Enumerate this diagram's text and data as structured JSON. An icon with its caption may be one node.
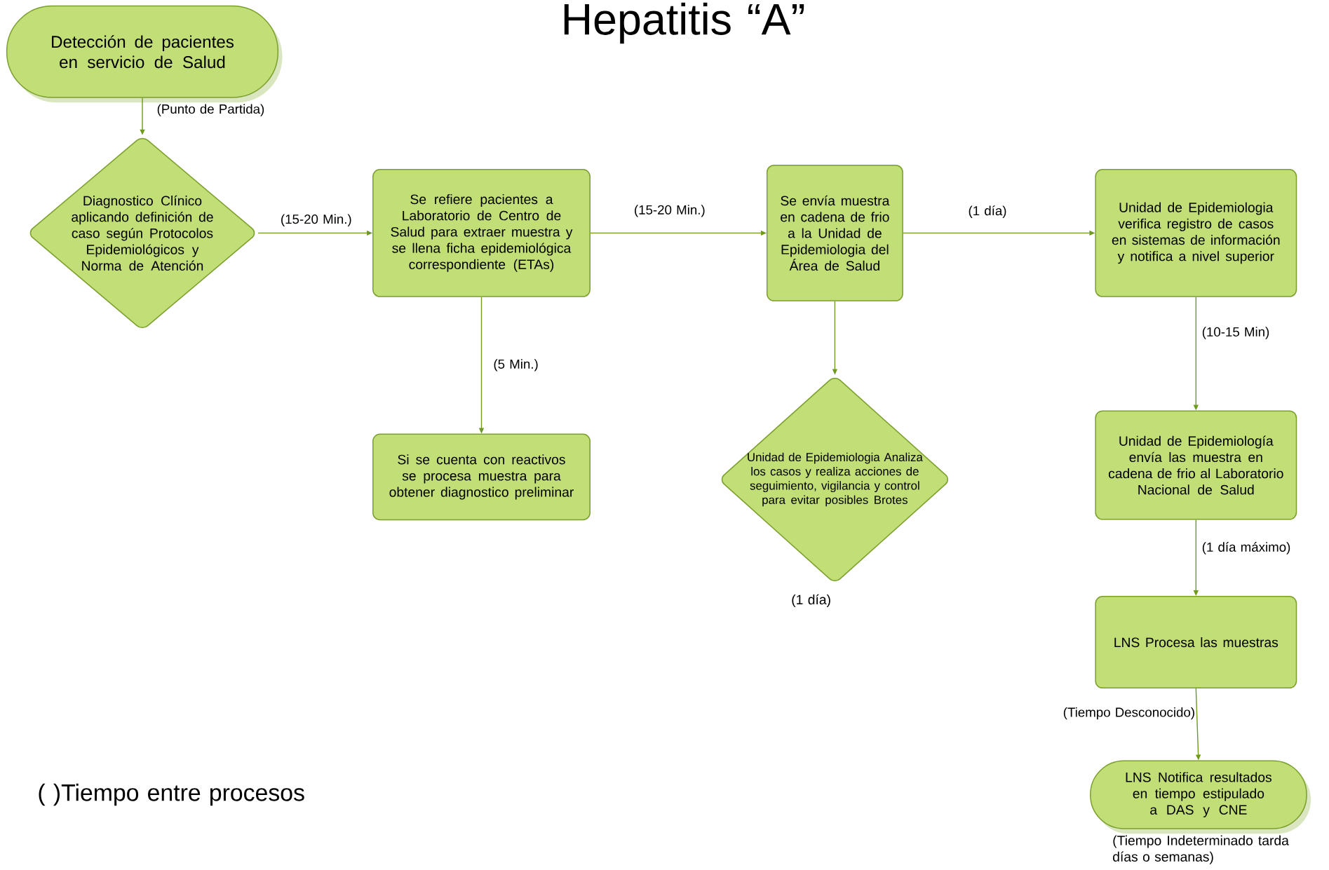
{
  "diagram": {
    "title": "Hepatitis “A”",
    "nodes": [
      {
        "text": [
          "Detección de pacientes en servicio de Salud"
        ]
      },
      {
        "text": [
          "Diagnostico Clínico aplicando definición de caso según Protocolos Epidemiológicos y Norma de Atención"
        ]
      },
      {
        "text": [
          "Se refiere pacientes a Laboratorio de Centro de Salud para extraer muestra y se llena ficha epidemiológica correspondiente (ETAs)"
        ]
      },
      {
        "text": [
          "Se envía muestra en cadena de frio a la Unidad de Epidemiologia del Área de Salud"
        ]
      },
      {
        "text": [
          "Unidad de Epidemiologia verifica registro de casos en sistemas de información y notifica a nivel superior"
        ]
      },
      {
        "text": [
          "Si se cuenta con reactivos se procesa muestra para obtener diagnostico preliminar"
        ]
      },
      {
        "text": [
          "Unidad de Epidemiologia Analiza los casos  y realiza acciones de seguimiento, vigilancia y control para evitar posibles Brotes"
        ],
        "beside": [
          "(1 día)"
        ]
      },
      {
        "text": [
          "Unidad de Epidemiología envía las muestra en cadena de frio al Laboratorio Nacional de Salud"
        ]
      },
      {
        "text": [
          "LNS Procesa las muestras"
        ]
      },
      {
        "text": [
          "LNS Notifica resultados en tiempo estipulado a DAS y CNE"
        ],
        "beside": [
          "(Tiempo Indeterminado tarda días o semanas)"
        ]
      }
    ],
    "edges": [
      {
        "from": 0,
        "to": 1,
        "arrow": "to",
        "label": "(Punto de Partida)"
      },
      {
        "from": 1,
        "to": 2,
        "arrow": "to",
        "label": "(15-20 Min.)"
      },
      {
        "from": 2,
        "to": 3,
        "arrow": "to",
        "label": "(15-20 Min.)"
      },
      {
        "from": 3,
        "to": 4,
        "arrow": "to",
        "label": "(1 día)"
      },
      {
        "from": 2,
        "to": 5,
        "arrow": "to",
        "label": "(5 Min.)"
      },
      {
        "from": 3,
        "to": 6,
        "arrow": "to"
      },
      {
        "from": 4,
        "to": 7,
        "arrow": "to",
        "label": "(10-15 Min)"
      },
      {
        "from": 7,
        "to": 8,
        "arrow": "to",
        "label": "(1 día máximo)"
      },
      {
        "from": 8,
        "to": 9,
        "arrow": "to",
        "label": "(Tiempo Desconocido)"
      }
    ],
    "labels": [
      "( )Tiempo entre procesos"
    ]
  }
}
